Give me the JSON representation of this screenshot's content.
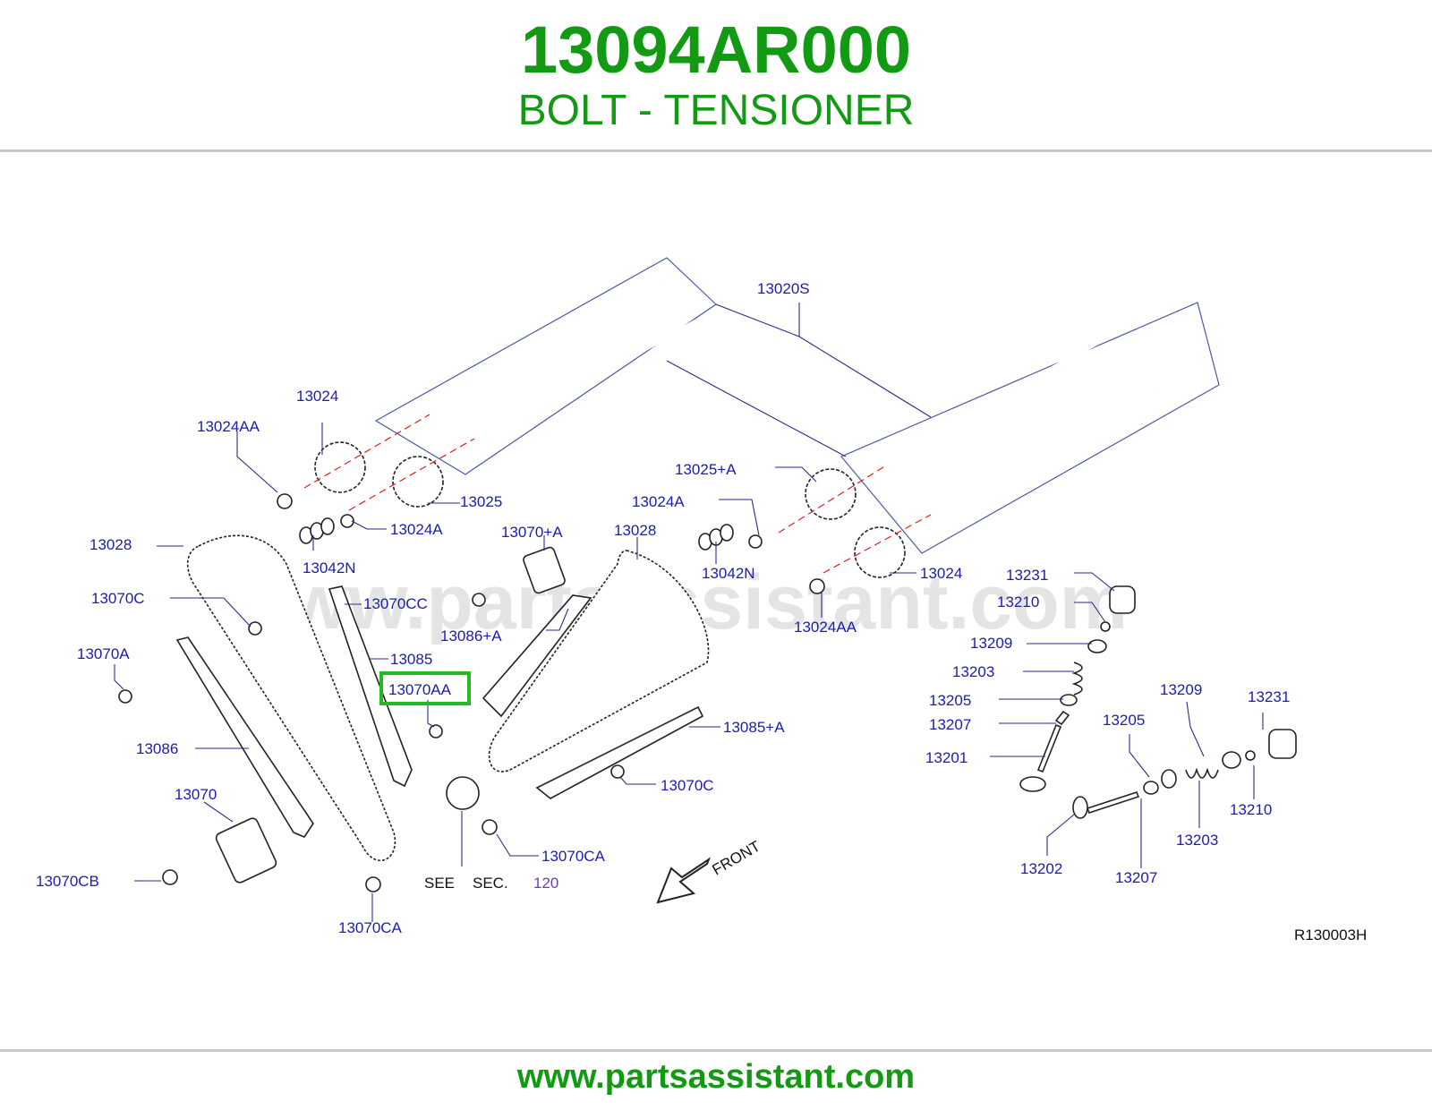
{
  "header": {
    "part_number": "13094AR000",
    "part_name": "BOLT - TENSIONER"
  },
  "diagram": {
    "watermark": "www.partsassistant.com",
    "highlight_color": "#22bb22",
    "label_color": "#1b1bb5",
    "labels": {
      "l_13020S": "13020S",
      "l_13024_top": "13024",
      "l_13024AA_top": "13024AA",
      "l_13025": "13025",
      "l_13024A_left": "13024A",
      "l_13042N_left": "13042N",
      "l_13028_left": "13028",
      "l_13070C_left": "13070C",
      "l_13070CC": "13070CC",
      "l_13070A": "13070A",
      "l_13085": "13085",
      "l_13070AA": "13070AA",
      "l_13086": "13086",
      "l_13070": "13070",
      "l_13070CB": "13070CB",
      "l_13070CA_bottom": "13070CA",
      "l_see": "SEE",
      "l_sec": "SEC.",
      "l_120": "120",
      "l_13070CA_right": "13070CA",
      "l_13070C_right": "13070C",
      "l_13085A": "13085+A",
      "l_13086A": "13086+A",
      "l_13070pA": "13070+A",
      "l_13028_right": "13028",
      "l_13024A_right": "13024A",
      "l_13025A": "13025+A",
      "l_13042N_right": "13042N",
      "l_13024_right": "13024",
      "l_13024AA_right": "13024AA",
      "l_13231_top": "13231",
      "l_13210_top": "13210",
      "l_13209_left": "13209",
      "l_13203_left": "13203",
      "l_13205_left": "13205",
      "l_13207_left": "13207",
      "l_13201": "13201",
      "l_13205_right": "13205",
      "l_13209_right": "13209",
      "l_13231_right": "13231",
      "l_13210_right": "13210",
      "l_13203_right": "13203",
      "l_13202": "13202",
      "l_13207_right": "13207",
      "l_front": "FRONT",
      "l_ref": "R130003H"
    }
  },
  "footer": {
    "url": "www.partsassistant.com"
  }
}
